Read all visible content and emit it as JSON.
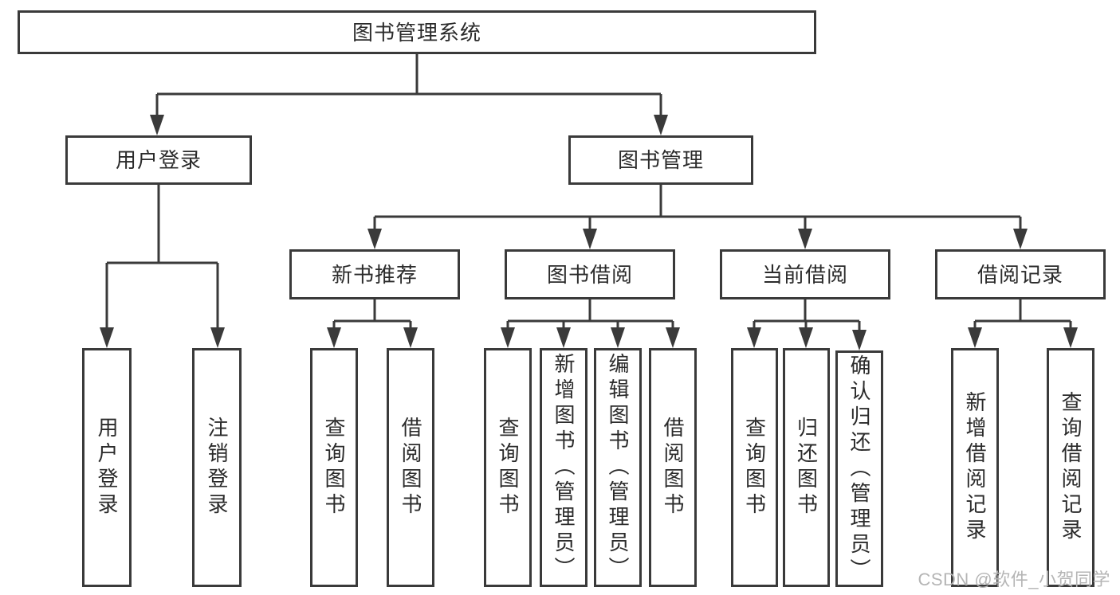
{
  "nodes": {
    "root": {
      "label": "图书管理系统"
    },
    "level2": [
      {
        "label": "用户登录",
        "parent": "图书管理系统"
      },
      {
        "label": "图书管理",
        "parent": "图书管理系统"
      }
    ],
    "level3": [
      {
        "label": "新书推荐",
        "parent": "图书管理"
      },
      {
        "label": "图书借阅",
        "parent": "图书管理"
      },
      {
        "label": "当前借阅",
        "parent": "图书管理"
      },
      {
        "label": "借阅记录",
        "parent": "图书管理"
      }
    ],
    "leaves": [
      {
        "label": "用户登录",
        "parent": "用户登录"
      },
      {
        "label": "注销登录",
        "parent": "用户登录"
      },
      {
        "label": "查询图书",
        "parent": "新书推荐"
      },
      {
        "label": "借阅图书",
        "parent": "新书推荐"
      },
      {
        "label": "查询图书",
        "parent": "图书借阅"
      },
      {
        "label": "新增图书（管理员）",
        "parent": "图书借阅"
      },
      {
        "label": "编辑图书（管理员）",
        "parent": "图书借阅"
      },
      {
        "label": "借阅图书",
        "parent": "图书借阅"
      },
      {
        "label": "查询图书",
        "parent": "当前借阅"
      },
      {
        "label": "归还图书",
        "parent": "当前借阅"
      },
      {
        "label": "确认归还（管理员）",
        "parent": "当前借阅"
      },
      {
        "label": "新增借阅记录",
        "parent": "借阅记录"
      },
      {
        "label": "查询借阅记录",
        "parent": "借阅记录"
      }
    ]
  },
  "watermark": {
    "text": "CSDN @软件_小贺同学"
  },
  "colors": {
    "line": "#3a3a3a",
    "text": "#2b2b2b",
    "watermark": "#b5b5b5",
    "background": "#ffffff"
  }
}
